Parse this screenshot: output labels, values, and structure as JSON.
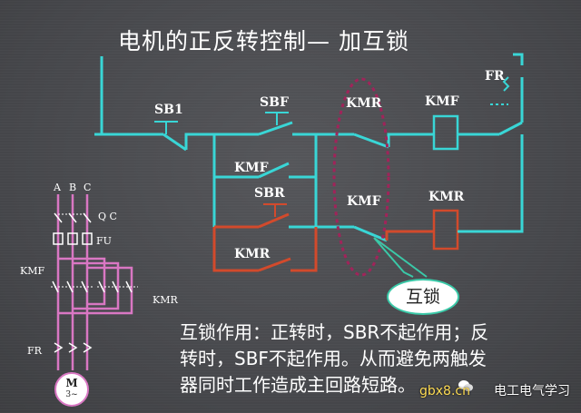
{
  "title": "电机的正反转控制— 加互锁",
  "labels": {
    "sb1": "SB1",
    "sbf": "SBF",
    "kmr_contact_top": "KMR",
    "kmf_coil_top": "KMF",
    "fr_top": "FR",
    "kmf_holding": "KMF",
    "sbr": "SBR",
    "kmf_contact_bottom": "KMF",
    "kmr_coil_bottom": "KMR",
    "kmr_holding": "KMR"
  },
  "main_circuit": {
    "phase_a": "A",
    "phase_b": "B",
    "phase_c": "C",
    "qc": "Q C",
    "fu": "FU",
    "kmf": "KMF",
    "kmr": "KMR",
    "fr": "FR",
    "motor_m": "M",
    "motor_phase": "3~"
  },
  "callout": "互锁",
  "note": {
    "line1": "互锁作用：正转时，SBR不起作用；反",
    "line2": "转时，SBF不起作用。从而避免两触发",
    "line3": "器同时工作造成主回路短路。"
  },
  "watermark": {
    "site": "gbx8.cn",
    "account": "电工电气学习"
  },
  "colors": {
    "control_line": "#39d6d6",
    "reverse_line": "#d24a2c",
    "main_circuit": "#d977c3",
    "interlock_ellipse": "#a0245a",
    "callout_border": "#3ac9a8"
  }
}
